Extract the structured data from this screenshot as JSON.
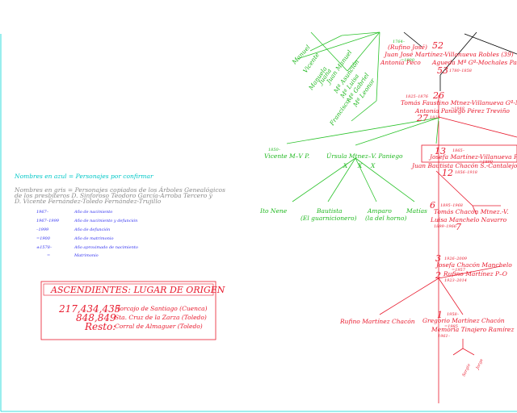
{
  "legend": {
    "blue_note": "Nombres en azul = Personajes por confirmar",
    "grey_lines": [
      "Nombres en gris = Personajes copiados de los  Árboles Genealógicos",
      "de los presbíteros D. Sinforoso Teodoro García-Arroba Tercero y",
      "D. Vicente Fernández-Toledo Fernández-Trujillo"
    ],
    "codes": [
      {
        "code": "1967–",
        "desc": "Año de nacimiento"
      },
      {
        "code": "1967–1999",
        "desc": "Año de nacimiento y defunción"
      },
      {
        "code": "–1999",
        "desc": "Año de defunción"
      },
      {
        "code": "=1900",
        "desc": "Año de matrimonio"
      },
      {
        "code": "±1578–",
        "desc": "Año aproximado de nacimiento"
      },
      {
        "code": "=",
        "desc": "Matrimonio"
      }
    ]
  },
  "origins_box": {
    "title": "ASCENDIENTES: LUGAR DE ORIGEN",
    "rows": [
      {
        "ids": "217,434,435",
        "place": "Horcajo de Santiago (Cuenca)"
      },
      {
        "ids": "848,849",
        "place": "Sta. Cruz de la Zarza (Toledo)"
      },
      {
        "ids": "Resto:",
        "place": "Corral de Almaguer (Toledo)"
      }
    ]
  },
  "tree": {
    "diagonal_names": [
      "Manuel",
      "Vicente",
      "Manuela",
      "Juana",
      "Juan Manuel",
      "Mª Asunción",
      "Mª Luisa",
      "Mª Gabriel",
      "Mª Leonor",
      "Francisco"
    ],
    "n52": {
      "num": "52",
      "years": "1764–",
      "line1": "(Rufino José)",
      "line2": "Juan José Martínez-Villanueva Robles (39)",
      "spouse_years": "=1800"
    },
    "n53": {
      "num": "53",
      "years": "1780–1858",
      "name": "Agueda Mª Gª-Mochales Panlagua",
      "alt": "Antonia Peco"
    },
    "n26": {
      "num": "26",
      "years": "1825–1876",
      "name": "Tomás Faustino Mtnez-Villanueva Gª-Mochales",
      "marriage": "=1848"
    },
    "n27": {
      "num": "27",
      "years": "1824–",
      "name": "Antonia Paniego Pérez Treviño"
    },
    "children_row": {
      "vicente": "Vicente M–V P.",
      "vicente_years": "1850–",
      "ursula": "Úrsula Mtnez–V. Paniego",
      "x_marks": [
        "X",
        "X",
        "X"
      ]
    },
    "n13": {
      "num": "13",
      "years": "1865–",
      "name": "Josefa Martínez-Villanueva Paniego",
      "marriage": "=1890"
    },
    "n12": {
      "num": "12",
      "years": "1856–1918",
      "name": "Juan Bautista Chacón S.-Cantalejo"
    },
    "grand_row": {
      "names": [
        "Ito Nene",
        "Bautista",
        "Amparo",
        "Matías"
      ],
      "nicknames": [
        "(El guarnicionero)",
        "(la del horno)"
      ]
    },
    "n6": {
      "num": "6",
      "years": "1895–1968",
      "name": "Tomás Chacón Mtnez.-V."
    },
    "n7": {
      "num": "7",
      "years": "1899–1966",
      "name": "Luisa Manchelo Navarro"
    },
    "n3": {
      "num": "3",
      "years": "1926–2009",
      "name": "Josefa Chacón Manchelo",
      "marriage": "=1957"
    },
    "n2": {
      "num": "2",
      "years": "1923–2014",
      "name": "Rufino Martínez P–O"
    },
    "g1": {
      "sibling": "Rufino Martínez Chacón",
      "num": "1",
      "years": "1958–",
      "name": "Gregorio Martínez Chacón",
      "marriage": "=1985",
      "spouse": "Memoria Tinajero Ramírez",
      "spouse_years": "1961–"
    },
    "bottom_children": [
      "Sergio",
      "Jorge"
    ]
  },
  "colors": {
    "confirmed": "#e8192c",
    "siblings": "#1fb81f",
    "unconfirmed": "#2d2df0",
    "copied": "#8a8a8a",
    "note": "#00c8c8"
  }
}
